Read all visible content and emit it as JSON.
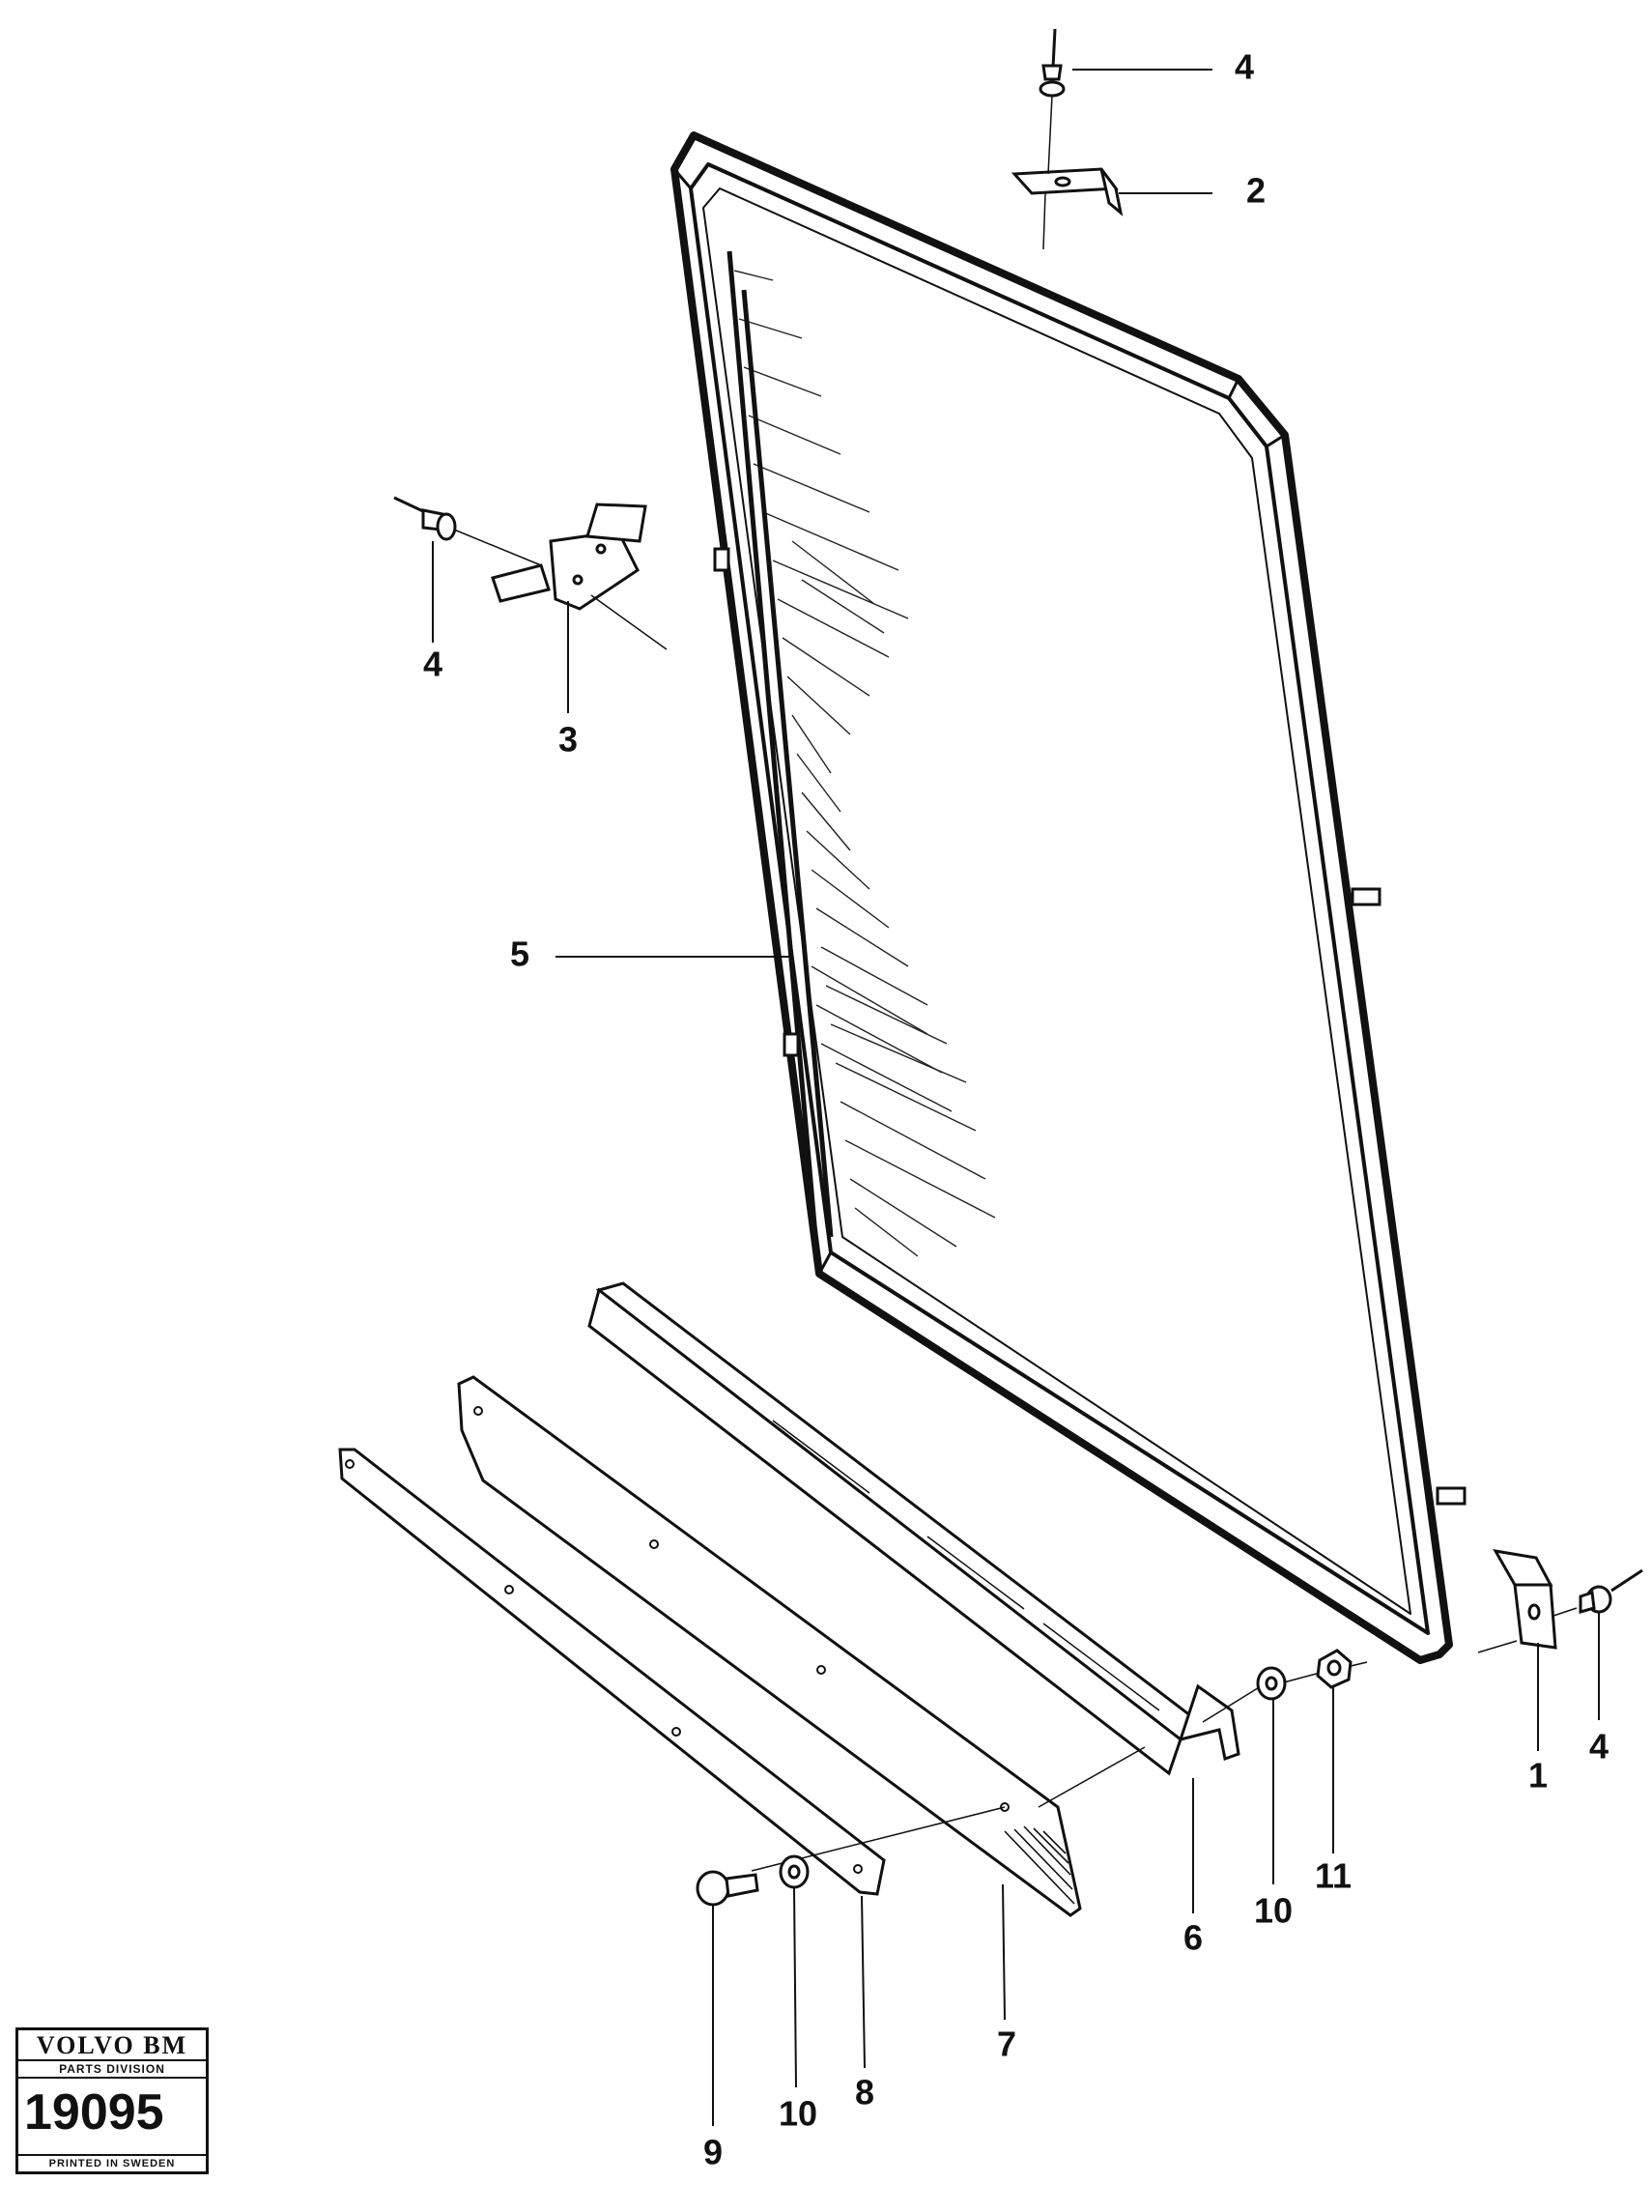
{
  "callouts": {
    "c1": "1",
    "c2": "2",
    "c3": "3",
    "c4a": "4",
    "c4b": "4",
    "c4c": "4",
    "c5": "5",
    "c6": "6",
    "c7": "7",
    "c8": "8",
    "c9": "9",
    "c10a": "10",
    "c10b": "10",
    "c11": "11"
  },
  "stamp": {
    "brand": "VOLVO BM",
    "division": "PARTS DIVISION",
    "number": "19095",
    "footer": "PRINTED IN SWEDEN"
  }
}
